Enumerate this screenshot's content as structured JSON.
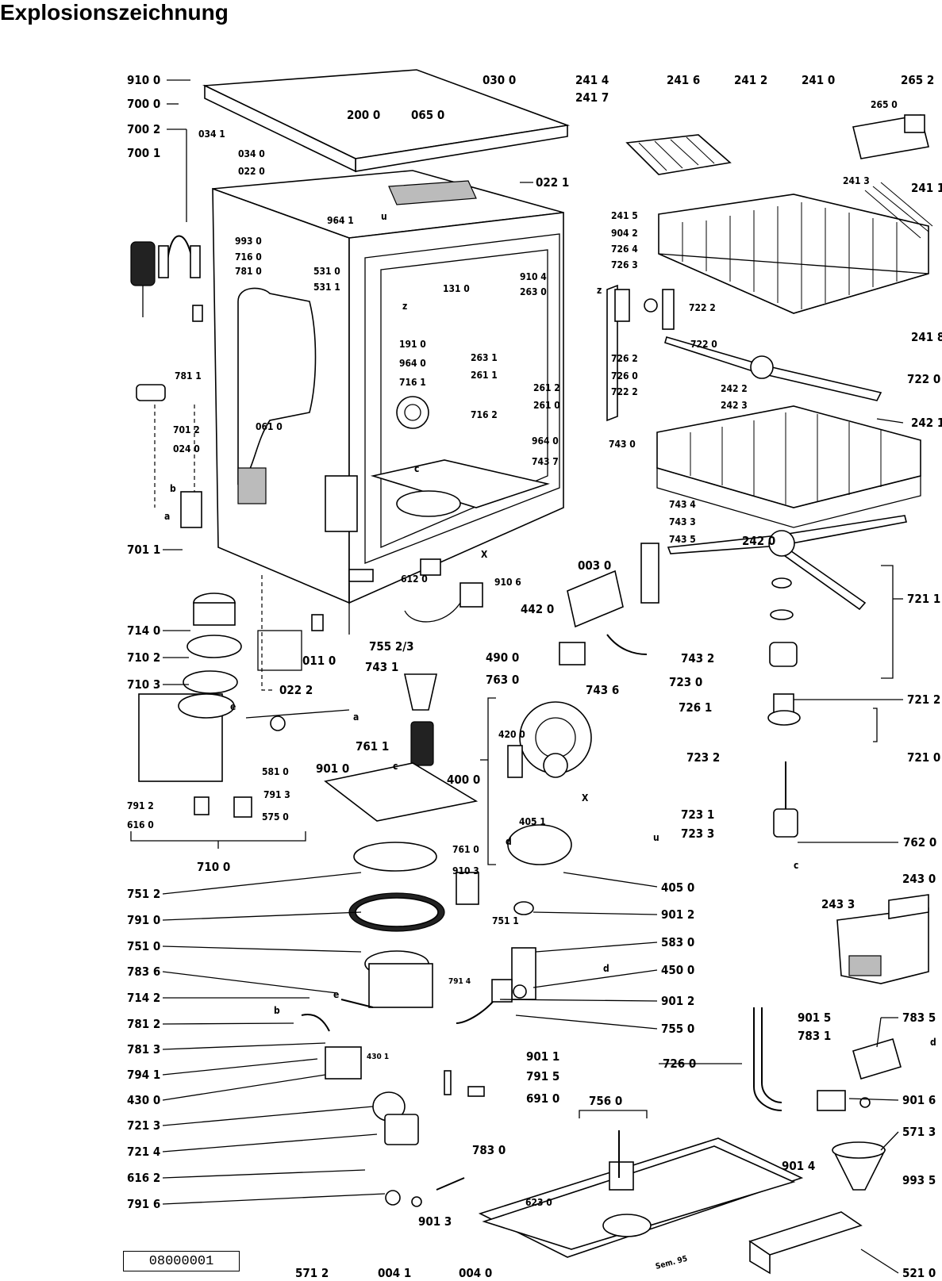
{
  "title": "Explosionszeichnung",
  "drawing_id": "08000001",
  "footer_note": "Sem. 95",
  "letters": {
    "a1": "a",
    "a2": "a",
    "b1": "b",
    "b2": "b",
    "c1": "c",
    "c2": "c",
    "c3": "c",
    "d1": "d",
    "d2": "d",
    "d3": "d",
    "e1": "e",
    "e2": "e",
    "u1": "u",
    "u2": "u",
    "x1": "X",
    "x2": "X",
    "z1": "z",
    "z2": "z"
  },
  "labels": [
    "910 0",
    "700 0",
    "700 2",
    "700 1",
    "034 1",
    "030 0",
    "200 0",
    "065 0",
    "034 0",
    "022 0",
    "022 1",
    "993 0",
    "716 0",
    "781 0",
    "531 0",
    "531 1",
    "964 1",
    "781 1",
    "701 2",
    "024 0",
    "061 0",
    "701 1",
    "191 0",
    "964 0",
    "716 1",
    "716 2",
    "131 0",
    "910 4",
    "263 0",
    "263 1",
    "261 1",
    "261 2",
    "261 0",
    "964 0",
    "743 7",
    "743 0",
    "612 0",
    "910 6",
    "003 0",
    "743 4",
    "743 3",
    "743 5",
    "442 0",
    "714 0",
    "710 2",
    "710 3",
    "011 0",
    "755 2/3",
    "743 1",
    "490 0",
    "763 0",
    "743 6",
    "743 2",
    "022 2",
    "723 0",
    "726 1",
    "581 0",
    "901 0",
    "791 3",
    "791 2",
    "616 0",
    "575 0",
    "710 0",
    "761 1",
    "420 0",
    "400 0",
    "405 1",
    "761 0",
    "910 3",
    "723 2",
    "723 1",
    "723 3",
    "762 0",
    "405 0",
    "751 2",
    "791 0",
    "751 0",
    "751 1",
    "901 2",
    "583 0",
    "450 0",
    "783 6",
    "791 4",
    "714 2",
    "781 2",
    "781 3",
    "794 1",
    "430 0",
    "430 1",
    "901 2",
    "755 0",
    "901 1",
    "791 5",
    "691 0",
    "721 3",
    "721 4",
    "616 2",
    "791 6",
    "783 0",
    "901 3",
    "756 0",
    "623 0",
    "571 2",
    "004 1",
    "004 0",
    "241 4",
    "241 7",
    "241 6",
    "241 2",
    "241 0",
    "265 2",
    "265 0",
    "241 3",
    "241 1",
    "241 5",
    "904 2",
    "726 4",
    "726 3",
    "722 2",
    "241 8",
    "722 0",
    "722 0",
    "726 2",
    "726 0",
    "722 2",
    "242 2",
    "242 3",
    "242 1",
    "242 0",
    "721 1",
    "721 2",
    "721 0",
    "243 0",
    "243 3",
    "726 0",
    "901 5",
    "783 1",
    "783 5",
    "901 6",
    "571 3",
    "901 4",
    "993 5",
    "521 0"
  ]
}
